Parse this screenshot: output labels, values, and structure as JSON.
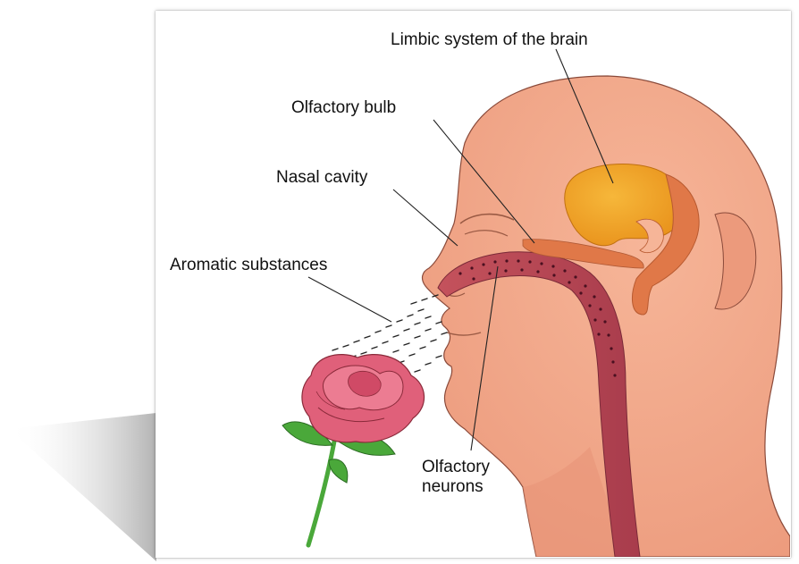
{
  "labels": {
    "limbic_system": "Limbic system of the brain",
    "olfactory_bulb": "Olfactory bulb",
    "nasal_cavity": "Nasal cavity",
    "aromatic_substances": "Aromatic substances",
    "olfactory_neurons": "Olfactory\nneurons"
  },
  "colors": {
    "skin": "#f2a789",
    "skin_dark": "#d9866a",
    "brain": "#f0a020",
    "limbic": "#e07848",
    "nasal_cavity": "#b84a58",
    "neuron_dots": "#4a1020",
    "rose": "#e0607a",
    "stem": "#4aa83a"
  }
}
